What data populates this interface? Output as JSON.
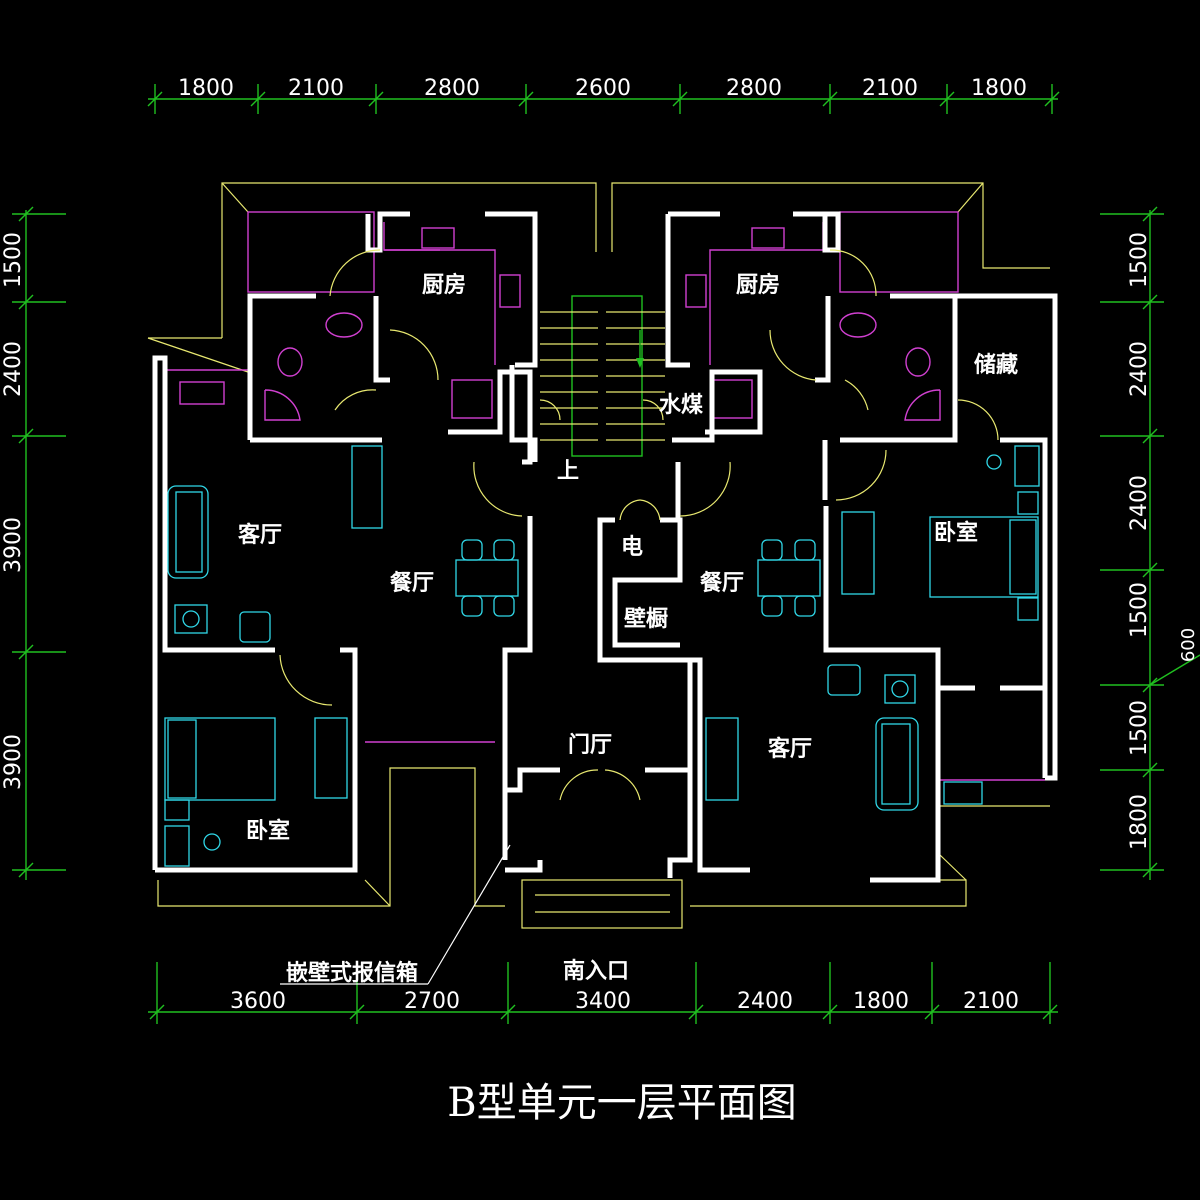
{
  "title": "B型单元一层平面图",
  "dimensions": {
    "top": [
      "1800",
      "2100",
      "2800",
      "2600",
      "2800",
      "2100",
      "1800"
    ],
    "bottom": [
      "3600",
      "2700",
      "3400",
      "2400",
      "1800",
      "2100"
    ],
    "left": [
      "1500",
      "2400",
      "3900",
      "3900"
    ],
    "right": [
      "1500",
      "2400",
      "2400",
      "1500",
      "1500",
      "1800"
    ],
    "right_offset": "600"
  },
  "rooms": {
    "kitchen_left": "厨房",
    "kitchen_right": "厨房",
    "storage": "储藏",
    "water_coal": "水煤",
    "stair_up": "上",
    "living_left": "客厅",
    "dining_left": "餐厅",
    "bedroom_left": "卧室",
    "electric": "电",
    "dining_right": "餐厅",
    "bedroom_right": "卧室",
    "closet": "壁橱",
    "foyer": "门厅",
    "living_right": "客厅"
  },
  "labels": {
    "mailbox": "嵌壁式报信箱",
    "south_entrance": "南入口"
  },
  "colors": {
    "background": "#000000",
    "walls": "#ffffff",
    "dimension_lines": "#20c020",
    "fixtures": "#d040d0",
    "furniture": "#30d8e8",
    "outline": "#e8e870"
  }
}
